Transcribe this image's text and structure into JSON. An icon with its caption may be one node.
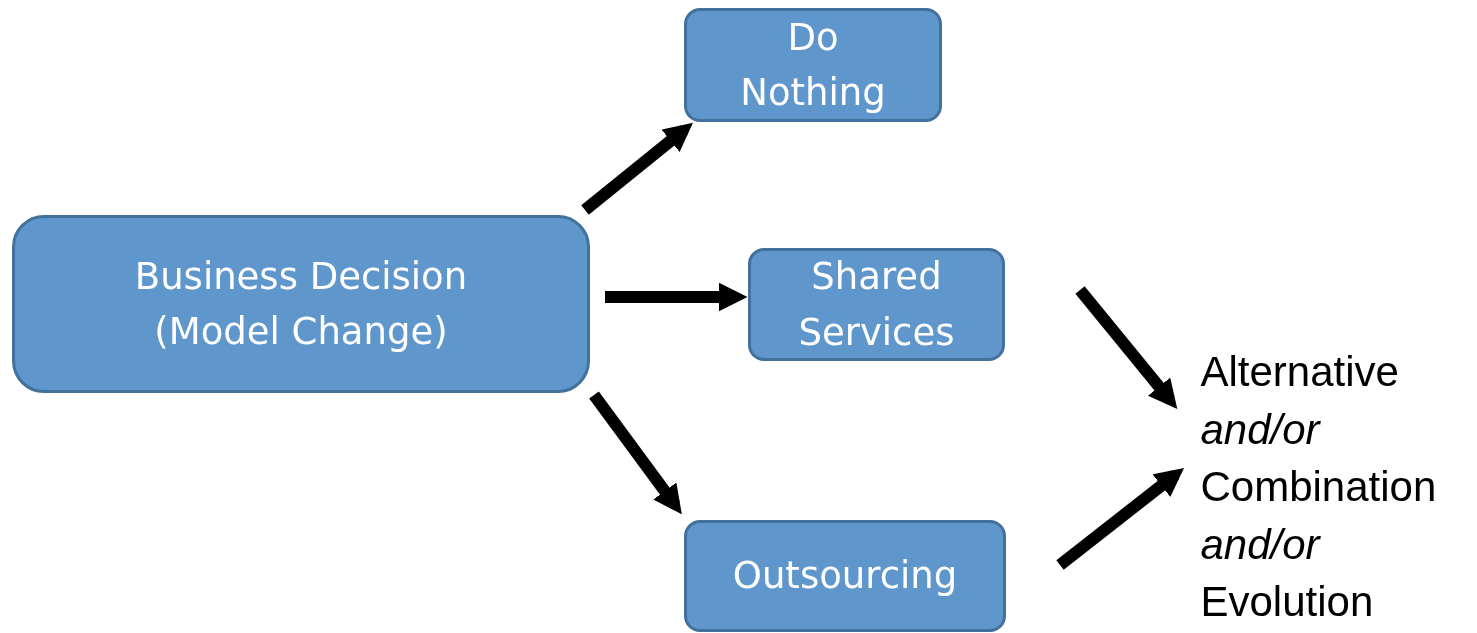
{
  "diagram": {
    "nodes": [
      {
        "text": [
          "Business Decision (Model Change)"
        ]
      },
      {
        "text": [
          "Do Nothing"
        ]
      },
      {
        "text": [
          "Shared Services"
        ]
      },
      {
        "text": [
          "Outsourcing"
        ]
      },
      {
        "text": [
          "Alternative *and/or* Combination *and/or* Evolution"
        ]
      }
    ],
    "edges": [
      {
        "from": 0,
        "to": 1,
        "arrow": "to"
      },
      {
        "from": 0,
        "to": 2,
        "arrow": "to"
      },
      {
        "from": 0,
        "to": 3,
        "arrow": "to"
      },
      {
        "from": 2,
        "to": 4,
        "arrow": "to"
      },
      {
        "from": 3,
        "to": 4,
        "arrow": "to"
      }
    ]
  }
}
